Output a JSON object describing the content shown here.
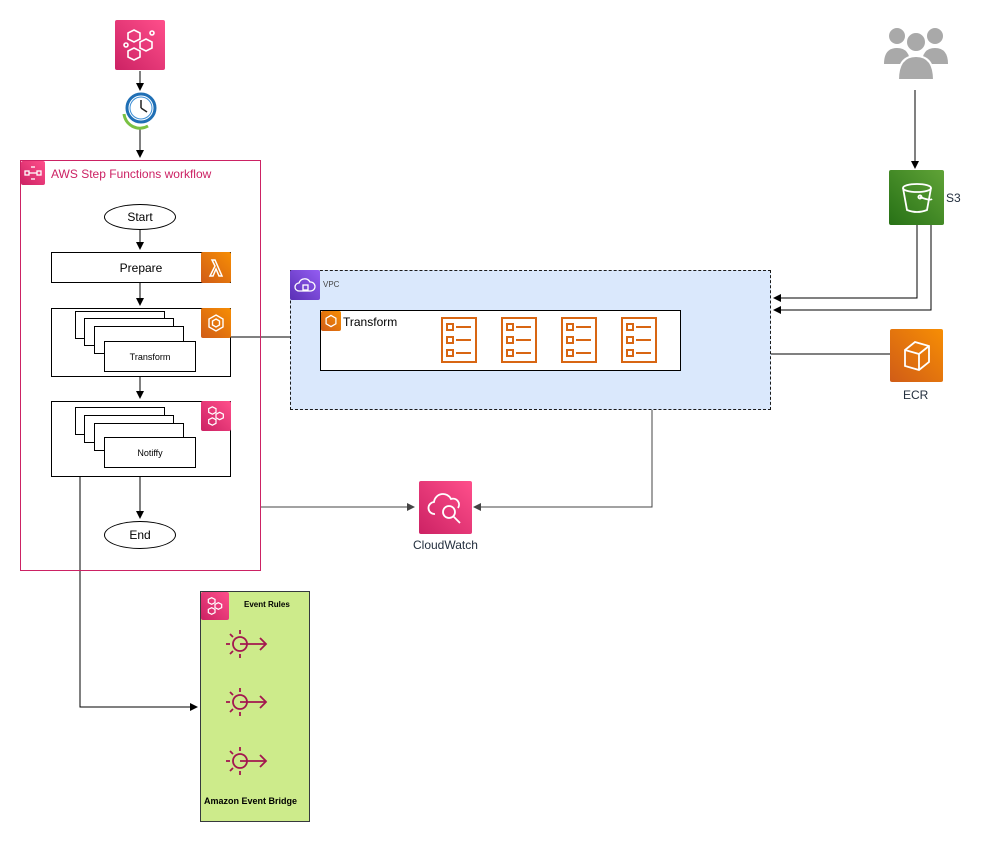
{
  "workflow": {
    "title": "AWS Step Functions workflow",
    "start": "Start",
    "prepare": "Prepare",
    "transform": "Transform",
    "notify": "Notiffy",
    "end": "End"
  },
  "vpc": {
    "label": "VPC",
    "ecs_label": "Transform"
  },
  "services": {
    "s3": "S3",
    "ecr": "ECR",
    "cloudwatch": "CloudWatch"
  },
  "eventbridge": {
    "title": "Event Rules",
    "footer": "Amazon Event Bridge"
  },
  "colors": {
    "stepfunctions": "#cc2264",
    "compute": "#d05c17",
    "storage": "#277116",
    "vpc_fill": "#dae8fc",
    "eventbridge_fill": "#cdeb8b"
  }
}
